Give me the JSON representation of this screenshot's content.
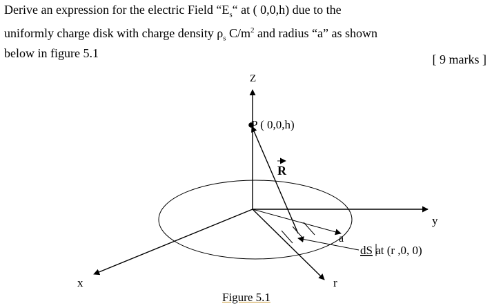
{
  "question": {
    "line1_a": "Derive an expression for the electric Field “E",
    "line1_sub": "s",
    "line1_b": "“ at ( 0,0,h)   due to the",
    "line2_a": "uniformly charge disk  with charge density ρ",
    "line2_sub": "s",
    "line2_b": " C/m",
    "line2_sup": "2",
    "line2_c": " and radius “a” as shown",
    "line3": "below in figure  5.1"
  },
  "marks": "[ 9 marks ]",
  "figure": {
    "label_z": "Z",
    "label_y": "y",
    "label_x": "x",
    "label_r": "r",
    "label_a": "a",
    "label_P": "P ( 0,0,h)",
    "label_R": "R",
    "label_dS_a": "dS",
    "label_dS_b": " at (r ,0, 0)",
    "caption": "Figure  5.1"
  }
}
